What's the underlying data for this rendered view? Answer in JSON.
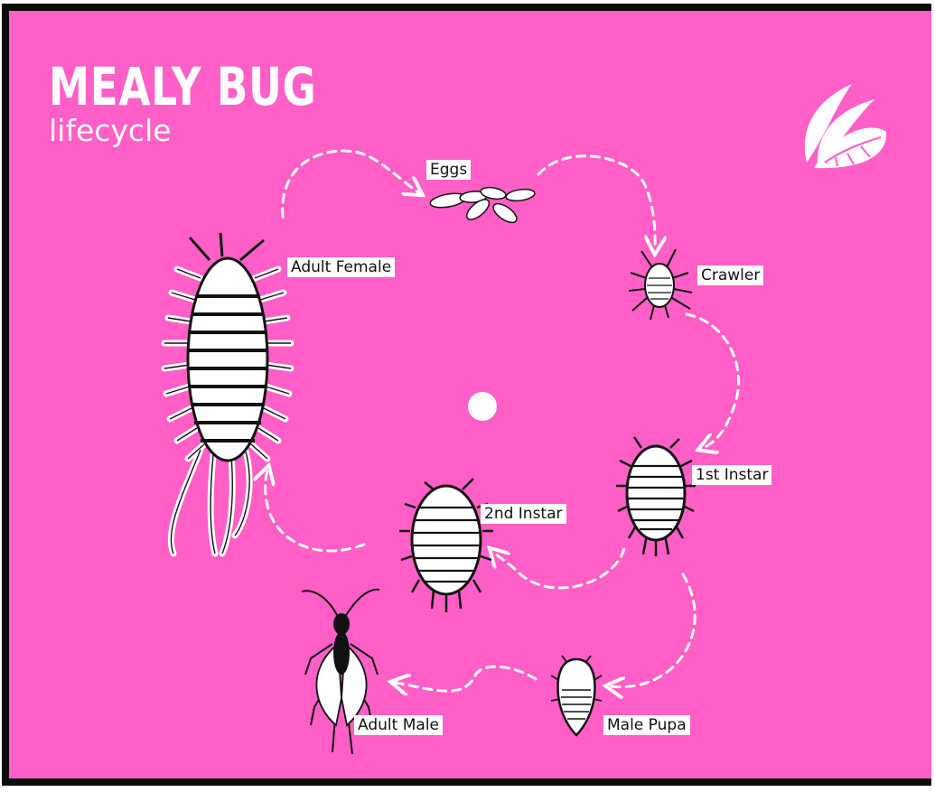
{
  "header": {
    "title": "MEALY BUG",
    "subtitle": "lifecycle"
  },
  "colors": {
    "background": "#ff5fc6",
    "frame": "#0b0b0b",
    "foreground": "#ffffff",
    "ink": "#111111"
  },
  "logo": {
    "icon": "leaf-logo-icon"
  },
  "stages": {
    "eggs": "Eggs",
    "crawler": "Crawler",
    "first_instar": "1st Instar",
    "second_instar": "2nd Instar",
    "adult_female": "Adult Female",
    "male_pupa": "Male Pupa",
    "adult_male": "Adult Male"
  }
}
